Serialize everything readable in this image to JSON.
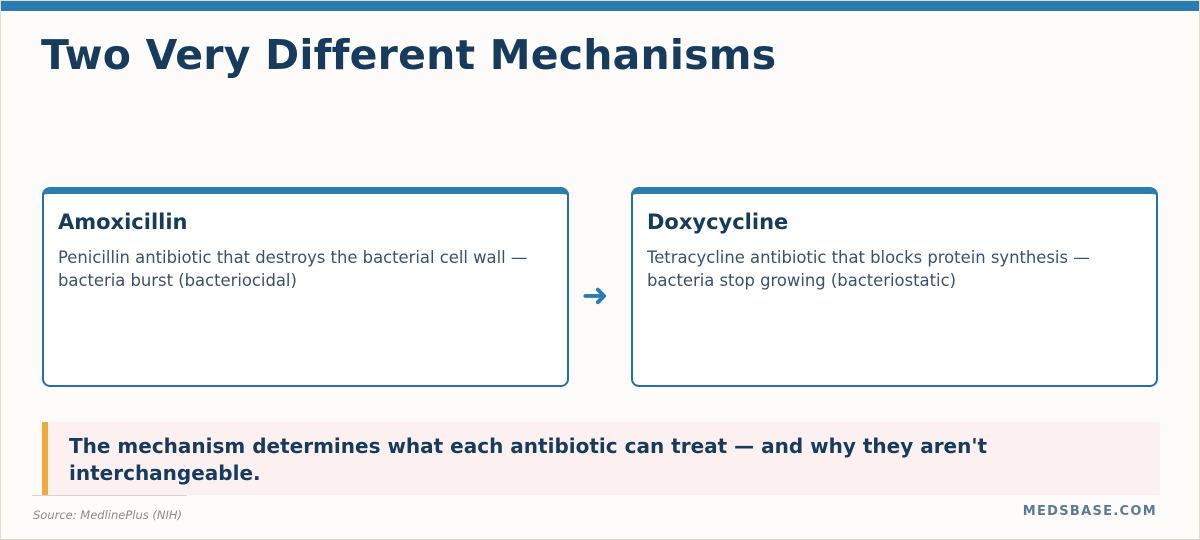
{
  "slide": {
    "title": "Two Very Different Mechanisms",
    "cards": [
      {
        "title": "Amoxicillin",
        "description": "Penicillin antibiotic that destroys the bacterial cell wall — bacteria burst (bacteriocidal)"
      },
      {
        "title": "Doxycycline",
        "description": "Tetracycline antibiotic that blocks protein synthesis — bacteria stop growing (bacteriostatic)"
      }
    ],
    "connector_arrow": "➜",
    "callout": "The mechanism determines what each antibiotic can treat — and why they aren't interchangeable.",
    "source": "Source: MedlinePlus (NIH)",
    "brand": "MEDSBASE.COM"
  },
  "colors": {
    "accent": "#2b7cb0",
    "title": "#163b5c",
    "callout_bar": "#f0a93b",
    "callout_background": "#fdf0f0"
  },
  "icons": {
    "connector": "right-arrow-icon"
  }
}
